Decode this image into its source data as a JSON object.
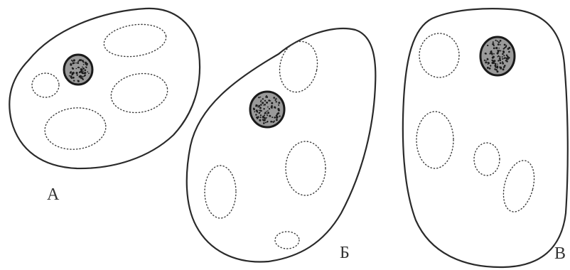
{
  "labels": {
    "a": "А",
    "b": "Б",
    "c": "В"
  }
}
